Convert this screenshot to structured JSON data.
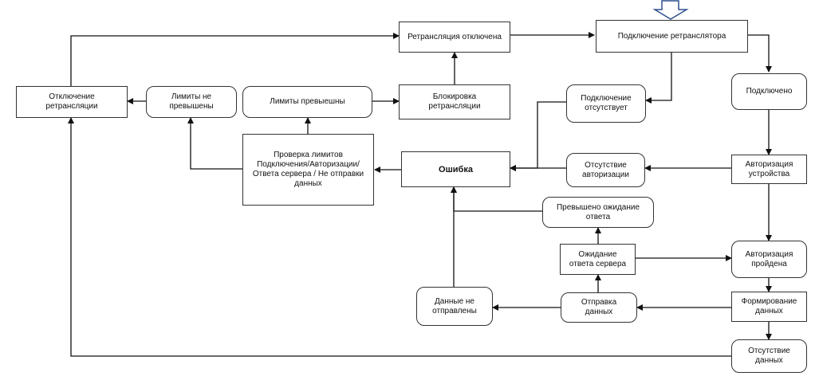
{
  "diagram": {
    "start_arrow_color": "#2f4f8f",
    "line_color": "#111111",
    "nodes": {
      "retr_off": "Ретрансляция отключена",
      "connect_retr": "Подключение ретранслятора",
      "disconnect": "Отключение\nретрансляции",
      "limits_not": "Лимиты не\nпревышены",
      "limits_exceeded": "Лимиты превыешны",
      "block": "Блокировка\nретрансляции",
      "no_connection": "Подключение\nотсутствует",
      "connected": "Подключено",
      "check_limits": "Проверка лимитов\nПодключения/Авторизации/\nОтвета сервера / Не отправки\nданных",
      "error": "Ошибка",
      "no_auth": "Отсутствие\nавторизации",
      "device_auth": "Авторизация\nустройства",
      "wait_exceeded": "Превышено ожидание\nответа",
      "wait_response": "Ожидание\nответа сервера",
      "auth_passed": "Авторизация\nпройдена",
      "data_not_sent": "Данные не\nотправлены",
      "sending": "Отправка\nданных",
      "forming": "Формирование\nданных",
      "no_data": "Отсутствие\nданных"
    }
  }
}
